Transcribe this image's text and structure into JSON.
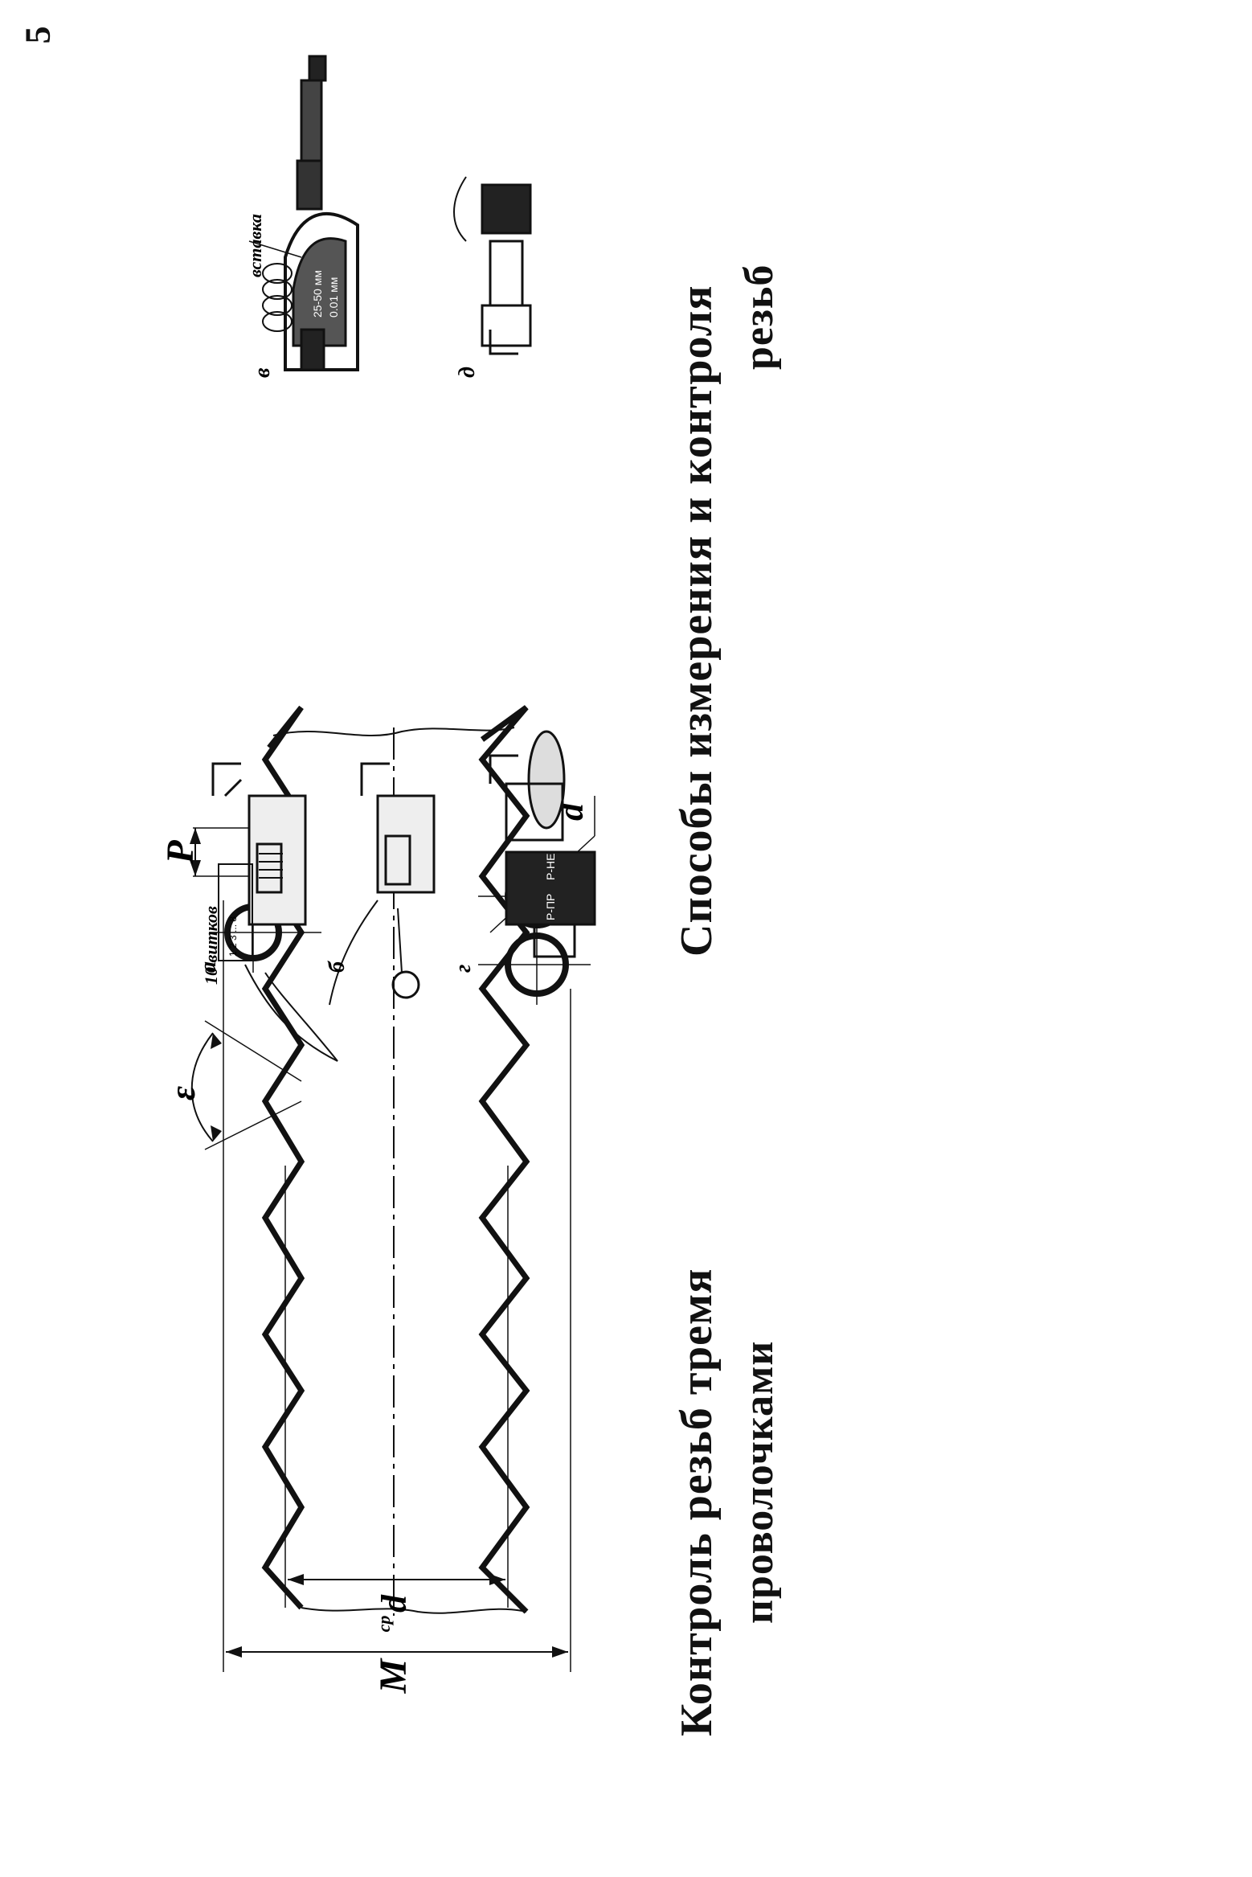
{
  "page_number": "5",
  "left_title": {
    "line1": "Контроль резьб тремя",
    "line2": "проволочками"
  },
  "right_title": {
    "line1": "Способы измерения и контроля",
    "line2": "резьб"
  },
  "diagram_labels": {
    "pitch": "P",
    "angle": "ε",
    "wire_d": "d",
    "dcp": "d",
    "dcp_sub": "ср",
    "m": "M"
  },
  "photo_labels": {
    "a": "а",
    "b": "б",
    "v": "в",
    "g": "г",
    "d": "д",
    "turns": "10 витков",
    "insert": "вставка",
    "scale_digits": "1 2 3 ... 8",
    "micrometer_scale": "25-50 мм",
    "micrometer_unit": "0.01 мм",
    "gauge_pr": "Р-ПР",
    "gauge_ne": "Р-НЕ"
  }
}
